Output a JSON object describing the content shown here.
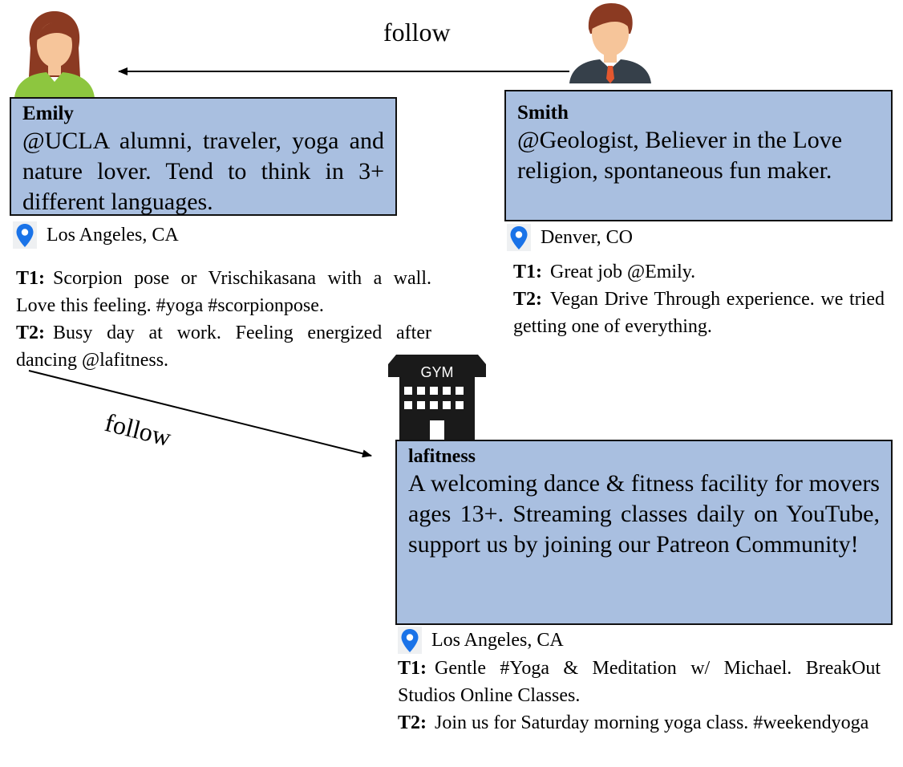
{
  "edges": {
    "follow_top_label": "follow",
    "follow_diag_label": "follow"
  },
  "emily": {
    "avatar_icon": "woman-avatar-icon",
    "name": "Emily",
    "bio": "@UCLA alumni, traveler, yoga and nature lover. Tend to think in 3+ different languages.",
    "location": "Los Angeles, CA",
    "tweets": [
      {
        "label": "T1:",
        "text": "Scorpion pose or Vrischikasana with a wall. Love this feeling. #yoga #scorpionpose."
      },
      {
        "label": "T2:",
        "text": "Busy day at work. Feeling energized after dancing @lafitness."
      }
    ]
  },
  "smith": {
    "avatar_icon": "man-avatar-icon",
    "name": "Smith",
    "bio": "@Geologist, Believer in the Love religion, spontaneous fun maker.",
    "location": "Denver, CO",
    "tweets": [
      {
        "label": "T1:",
        "text": "Great job @Emily."
      },
      {
        "label": "T2:",
        "text": "Vegan Drive Through experience. we tried getting one of everything."
      }
    ]
  },
  "lafitness": {
    "building_icon": "gym-building-icon",
    "building_sign": "GYM",
    "name": "lafitness",
    "bio": "A welcoming dance & fitness facility for movers ages 13+. Streaming classes daily on YouTube, support us by joining our Patreon Community!",
    "location": "Los Angeles, CA",
    "tweets": [
      {
        "label": "T1:",
        "text": "Gentle #Yoga & Meditation w/ Michael. BreakOut Studios Online Classes."
      },
      {
        "label": "T2:",
        "text": "Join us for Saturday morning yoga class. #weekendyoga"
      }
    ]
  },
  "colors": {
    "bio_fill": "#a9bfe0",
    "pin": "#1a73e8",
    "emily_hair": "#8b3a22",
    "emily_shirt": "#8dc63f",
    "skin": "#f6c59a",
    "smith_suit": "#36404a",
    "smith_tie": "#e4572e"
  }
}
